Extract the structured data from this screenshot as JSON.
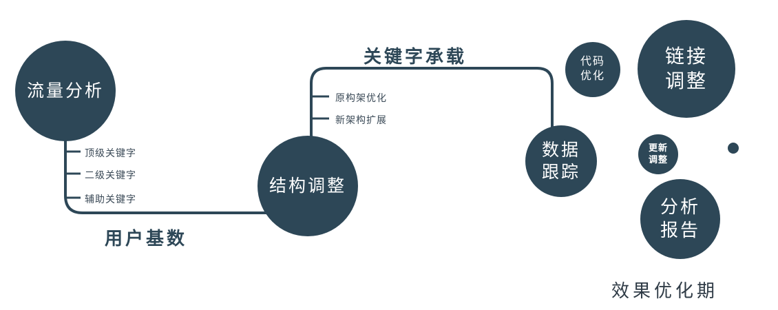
{
  "diagram": {
    "accent_color": "#2d4757",
    "nodes": {
      "traffic_analysis": {
        "label": "流量分析"
      },
      "structure_adjust": {
        "label": "结构调整"
      },
      "data_tracking": {
        "label": "数据\n跟踪"
      },
      "code_optimization": {
        "label": "代码\n优化"
      },
      "link_adjustment": {
        "label": "链接\n调整"
      },
      "update_adjustment": {
        "label": "更新\n调整"
      },
      "analysis_report": {
        "label": "分析\n报告"
      }
    },
    "edges": {
      "user_base_label": "用户基数",
      "keyword_carry_label": "关键字承载"
    },
    "branches": {
      "traffic": [
        "顶级关键字",
        "二级关键字",
        "辅助关键字"
      ],
      "structure": [
        "原构架优化",
        "新架构扩展"
      ]
    },
    "footer_label": "效果优化期"
  }
}
